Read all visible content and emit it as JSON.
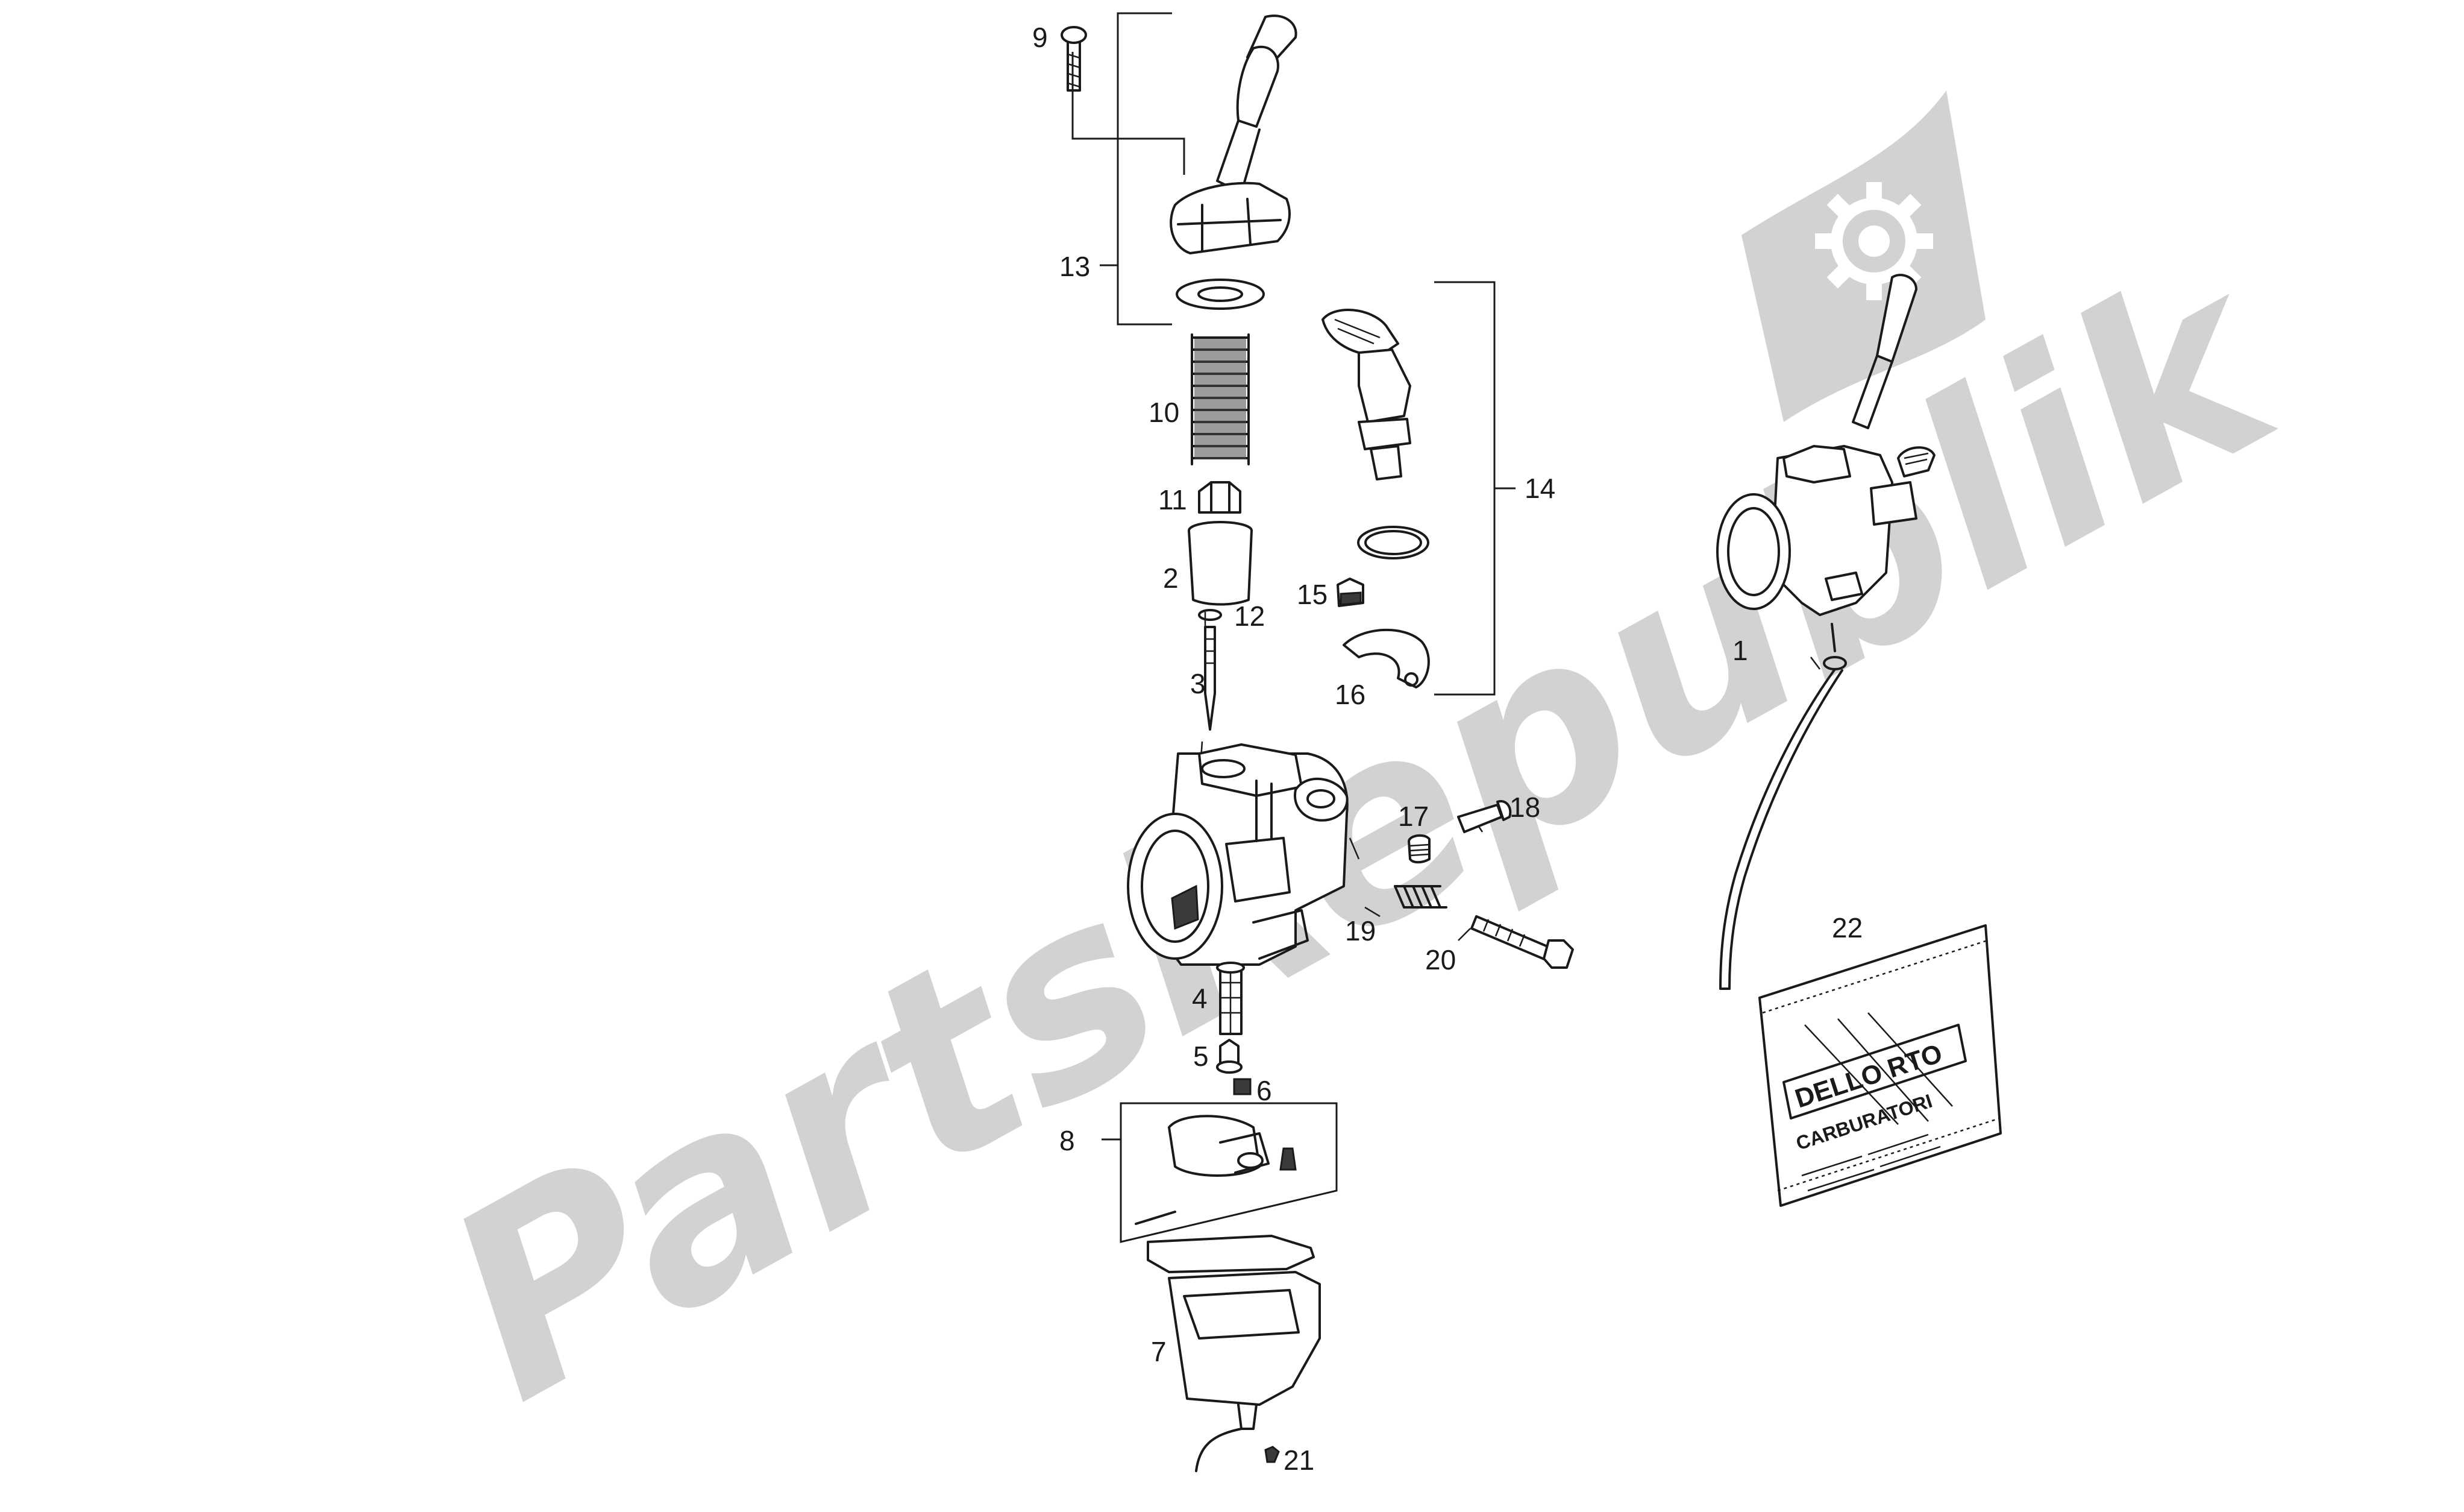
{
  "watermark": {
    "text": "PartsRepublik",
    "color": "#d2d2d2"
  },
  "callouts": [
    "9",
    "13",
    "10",
    "11",
    "2",
    "12",
    "3",
    "14",
    "15",
    "16",
    "17",
    "18",
    "19",
    "20",
    "1",
    "22",
    "4",
    "5",
    "6",
    "8",
    "7",
    "21"
  ],
  "bag": {
    "brand": "DELLO RTO",
    "subtitle": "CARBURATORI"
  },
  "icons": {
    "watermark_logo": "gear-flag-icon"
  }
}
